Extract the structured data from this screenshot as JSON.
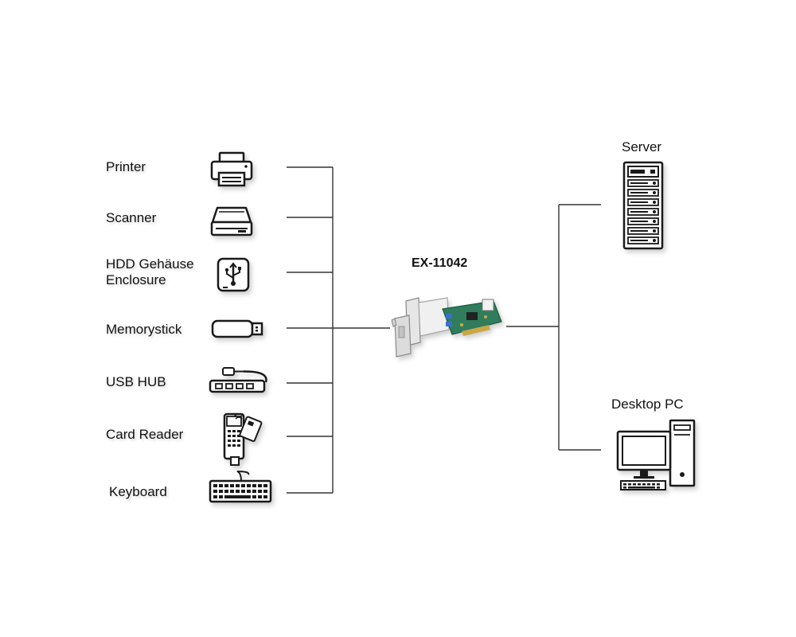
{
  "product": {
    "name": "EX-11042"
  },
  "devices": [
    {
      "label": "Printer",
      "icon": "printer-icon"
    },
    {
      "label": "Scanner",
      "icon": "scanner-icon"
    },
    {
      "label_lines": [
        "HDD Gehäuse",
        "Enclosure"
      ],
      "icon": "hdd-enclosure-icon"
    },
    {
      "label": "Memorystick",
      "icon": "usb-stick-icon"
    },
    {
      "label": "USB HUB",
      "icon": "usb-hub-icon"
    },
    {
      "label": "Card Reader",
      "icon": "card-reader-icon"
    },
    {
      "label": "Keyboard",
      "icon": "keyboard-icon"
    }
  ],
  "hosts": [
    {
      "label": "Server",
      "icon": "server-icon"
    },
    {
      "label": "Desktop PC",
      "icon": "desktop-pc-icon"
    }
  ],
  "colors": {
    "line": "#333333",
    "icon": "#1a1a1a",
    "pcb": "#2f7d5c",
    "usb_port": "#3a6fd1"
  }
}
